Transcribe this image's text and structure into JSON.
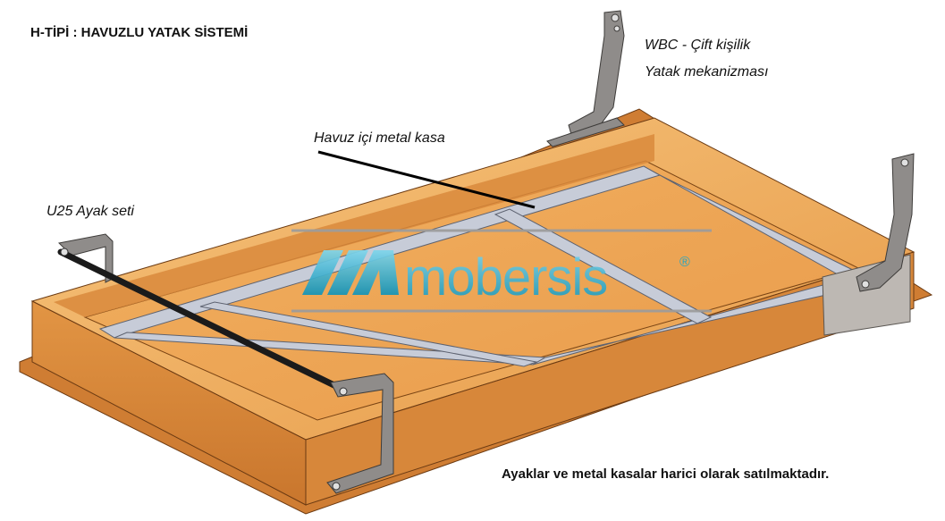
{
  "title": "H-TİPİ : HAVUZLU YATAK SİSTEMİ",
  "labels": {
    "wbc_line1": "WBC - Çift kişilik",
    "wbc_line2": "Yatak mekanizması",
    "metal_frame": "Havuz içi metal kasa",
    "legs": "U25 Ayak seti"
  },
  "footer_note": "Ayaklar ve metal kasalar harici olarak satılmaktadır.",
  "watermark": {
    "brand": "mobersis",
    "mark": "®"
  },
  "colors": {
    "wood_light": "#f3b25f",
    "wood_dark": "#c8742a",
    "metal": "#c7ccd8",
    "steel_plate": "#8f8c8a",
    "watermark": "#1aa7c8"
  }
}
